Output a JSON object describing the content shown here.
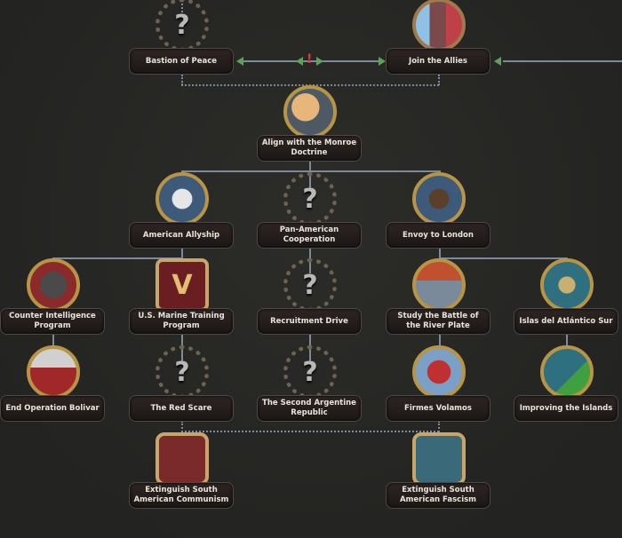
{
  "focus_tree": {
    "nodes": [
      {
        "id": "bastion",
        "label": "Bastion of Peace",
        "icon": "question-mark-icon"
      },
      {
        "id": "allies",
        "label": "Join the Allies",
        "icon": "allied-flags-icon"
      },
      {
        "id": "monroe",
        "label": "Align with the Monroe Doctrine",
        "icon": "americas-handshake-icon"
      },
      {
        "id": "allyship",
        "label": "American Allyship",
        "icon": "capitol-handshake-icon"
      },
      {
        "id": "panam",
        "label": "Pan-American Cooperation",
        "icon": "question-mark-icon"
      },
      {
        "id": "london",
        "label": "Envoy to London",
        "icon": "big-ben-icon"
      },
      {
        "id": "counter",
        "label": "Counter Intelligence Program",
        "icon": "spy-icon"
      },
      {
        "id": "marine",
        "label": "U.S. Marine Training Program",
        "icon": "marine-chevron-icon"
      },
      {
        "id": "recruit",
        "label": "Recruitment Drive",
        "icon": "question-mark-icon"
      },
      {
        "id": "plate",
        "label": "Study the Battle of the River Plate",
        "icon": "warship-icon"
      },
      {
        "id": "islas",
        "label": "Islas del Atlántico Sur",
        "icon": "islands-map-icon"
      },
      {
        "id": "bolivar",
        "label": "End Operation Bolivar",
        "icon": "fist-radio-icon"
      },
      {
        "id": "redscare",
        "label": "The Red Scare",
        "icon": "question-mark-icon"
      },
      {
        "id": "second",
        "label": "The Second Argentine Republic",
        "icon": "question-mark-icon"
      },
      {
        "id": "firmes",
        "label": "Firmes Volamos",
        "icon": "air-wings-icon"
      },
      {
        "id": "improve",
        "label": "Improving the Islands",
        "icon": "islands-arrow-icon"
      },
      {
        "id": "communism",
        "label": "Extinguish South American Communism",
        "icon": "red-shield-icon"
      },
      {
        "id": "fascism",
        "label": "Extinguish South American Fascism",
        "icon": "eagle-shield-icon"
      }
    ],
    "exclusive_marker": "!"
  },
  "colors": {
    "line": "#7d8a99",
    "arrow": "#5fa05a",
    "exclusive": "#e03a2c"
  }
}
